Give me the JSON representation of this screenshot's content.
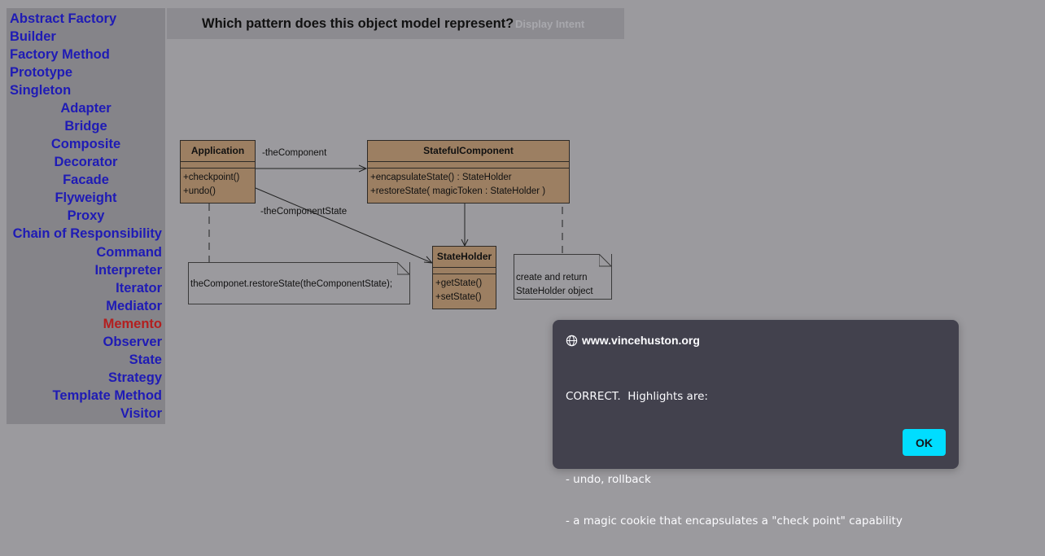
{
  "sidebar": {
    "items": [
      {
        "label": "Abstract Factory"
      },
      {
        "label": "Builder"
      },
      {
        "label": "Factory Method"
      },
      {
        "label": "Prototype"
      },
      {
        "label": "Singleton"
      },
      {
        "label": "Adapter"
      },
      {
        "label": "Bridge"
      },
      {
        "label": "Composite"
      },
      {
        "label": "Decorator"
      },
      {
        "label": "Facade"
      },
      {
        "label": "Flyweight"
      },
      {
        "label": "Proxy"
      },
      {
        "label": "Chain of Responsibility"
      },
      {
        "label": "Command"
      },
      {
        "label": "Interpreter"
      },
      {
        "label": "Iterator"
      },
      {
        "label": "Mediator"
      },
      {
        "label": "Memento"
      },
      {
        "label": "Observer"
      },
      {
        "label": "State"
      },
      {
        "label": "Strategy"
      },
      {
        "label": "Template Method"
      },
      {
        "label": "Visitor"
      }
    ],
    "active_item": "Memento"
  },
  "header": {
    "question": "Which pattern does this object model represent?",
    "display_intent_label": "Display Intent"
  },
  "diagram": {
    "application": {
      "name": "Application",
      "ops": [
        "+checkpoint()",
        "+undo()"
      ]
    },
    "stateful_component": {
      "name": "StatefulComponent",
      "ops": [
        "+encapsulateState() : StateHolder",
        "+restoreState( magicToken : StateHolder )"
      ]
    },
    "state_holder": {
      "name": "StateHolder",
      "ops": [
        "+getState()",
        "+setState()"
      ]
    },
    "assoc_component_label": "-theComponent",
    "assoc_state_label": "-theComponentState",
    "note_restore": "theComponet.restoreState(theComponentState);",
    "note_create": [
      "create and return",
      "StateHolder object"
    ]
  },
  "dialog": {
    "origin": "www.vincehuston.org",
    "message_lines": [
      "CORRECT.  Highlights are:",
      "",
      "- undo, rollback",
      "- a magic cookie that encapsulates a \"check point\" capability"
    ],
    "ok_label": "OK"
  },
  "colors": {
    "page_background": "#9b9a9e",
    "nav_link": "#1f1bb5",
    "nav_active": "#b31f1f",
    "uml_class_fill": "#9c7f62",
    "dialog_background": "#42414d",
    "ok_button": "#00ddff"
  }
}
